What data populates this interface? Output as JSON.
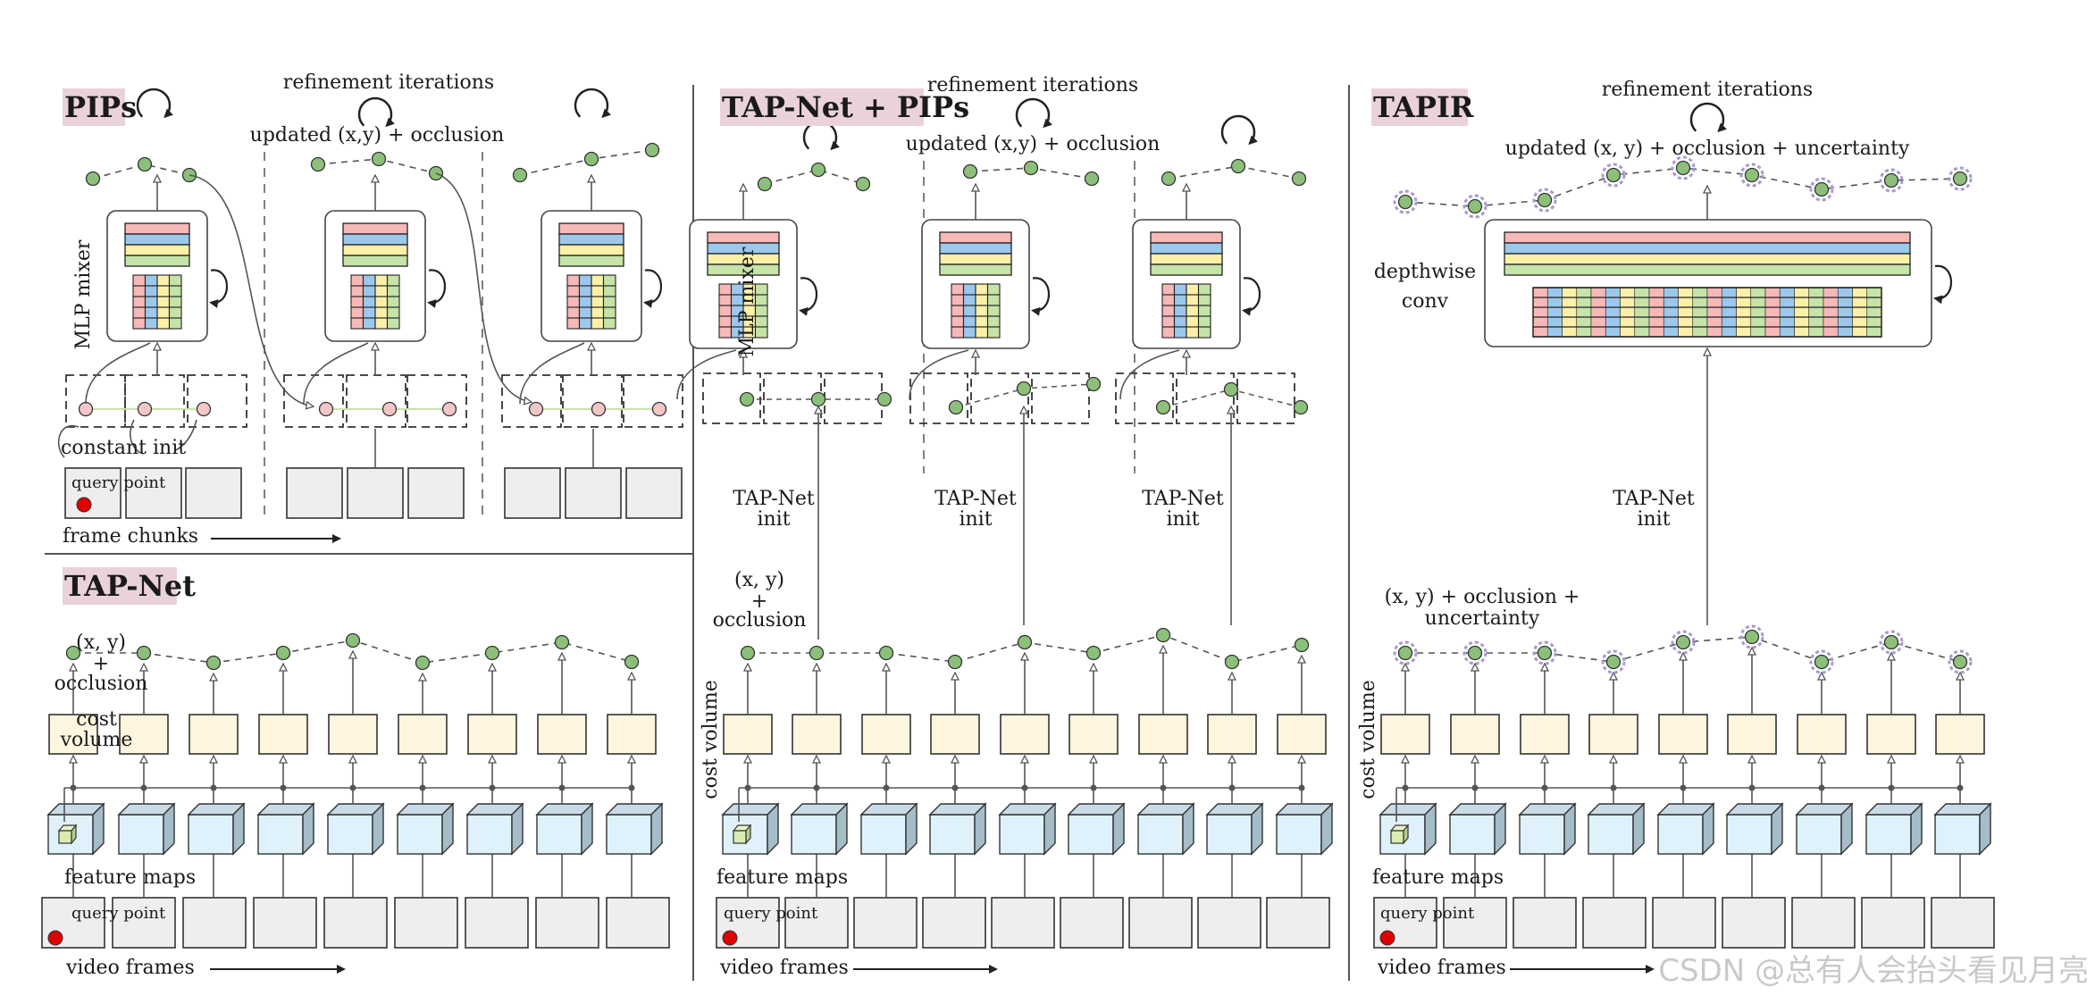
{
  "panels": {
    "pips": {
      "title": "PIPs",
      "refinement": "refinement iterations",
      "updated": "updated (x,y) + occlusion",
      "mixer": "MLP mixer",
      "constant_init": "constant init",
      "query_point": "query point",
      "frame_chunks": "frame chunks"
    },
    "tapnet": {
      "title": "TAP-Net",
      "xy": "(x, y)",
      "plus": "+",
      "occlusion": "occlusion",
      "cost": "cost",
      "volume": "volume",
      "feature_maps": "feature maps",
      "query_point": "query point",
      "video_frames": "video frames"
    },
    "tapnet_pips": {
      "title": "TAP-Net + PIPs",
      "refinement": "refinement iterations",
      "updated": "updated (x,y) + occlusion",
      "mixer": "MLP mixer",
      "init_a": "TAP-Net",
      "init_b": "init",
      "xy": "(x, y)",
      "plus": "+",
      "occlusion": "occlusion",
      "cost_volume": "cost volume",
      "feature_maps": "feature maps",
      "query_point": "query point",
      "video_frames": "video frames"
    },
    "tapir": {
      "title": "TAPIR",
      "refinement": "refinement iterations",
      "updated": "updated (x, y) + occlusion + uncertainty",
      "depthwise_a": "depthwise",
      "depthwise_b": "conv",
      "init_a": "TAP-Net",
      "init_b": "init",
      "out_a": "(x, y) + occlusion +",
      "out_b": "uncertainty",
      "cost_volume": "cost volume",
      "feature_maps": "feature maps",
      "query_point": "query point",
      "video_frames": "video frames"
    }
  },
  "watermark": "CSDN @总有人会抬头看见月亮",
  "colors": {
    "title_bg": "#ead2dc",
    "track_point": "#8cc07a",
    "track_point_init": "#f4c6c6",
    "uncertainty_ring": "#a99ad0",
    "cost_volume": "#fdf5dd",
    "feature_map": "#dff1fb",
    "frame": "#eeeeee",
    "query_dot": "#e00000",
    "stripe_pink": "#f7b8b8",
    "stripe_blue": "#9cc8ec",
    "stripe_yellow": "#fbf0a8",
    "stripe_green": "#c6e3a8"
  }
}
